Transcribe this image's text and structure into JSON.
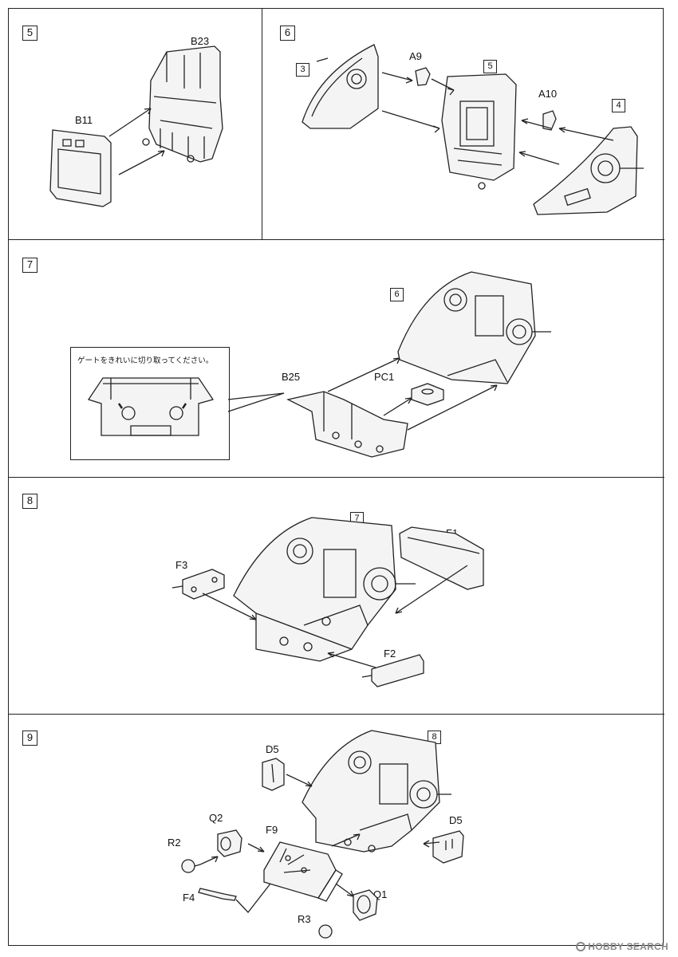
{
  "steps": {
    "s5": {
      "number": "5",
      "labels": {
        "b23": "B23",
        "b11": "B11"
      }
    },
    "s6": {
      "number": "6",
      "labels": {
        "a9": "A9",
        "a10": "A10"
      },
      "refs": {
        "left": "3",
        "center": "5",
        "right": "4"
      }
    },
    "s7": {
      "number": "7",
      "labels": {
        "b25": "B25",
        "pc1": "PC1"
      },
      "refs": {
        "sub": "6"
      },
      "note": "ゲートをきれいに切り取ってください。"
    },
    "s8": {
      "number": "8",
      "labels": {
        "f1": "F1",
        "f2": "F2",
        "f3": "F3"
      },
      "refs": {
        "sub": "7"
      }
    },
    "s9": {
      "number": "9",
      "labels": {
        "d5a": "D5",
        "d5b": "D5",
        "q1": "Q1",
        "q2": "Q2",
        "r2": "R2",
        "r3": "R3",
        "f4": "F4",
        "f9": "F9"
      },
      "refs": {
        "sub": "8"
      }
    }
  },
  "watermark": {
    "text": "HOBBY SEARCH",
    "icon": "hobby-search-logo-icon"
  }
}
